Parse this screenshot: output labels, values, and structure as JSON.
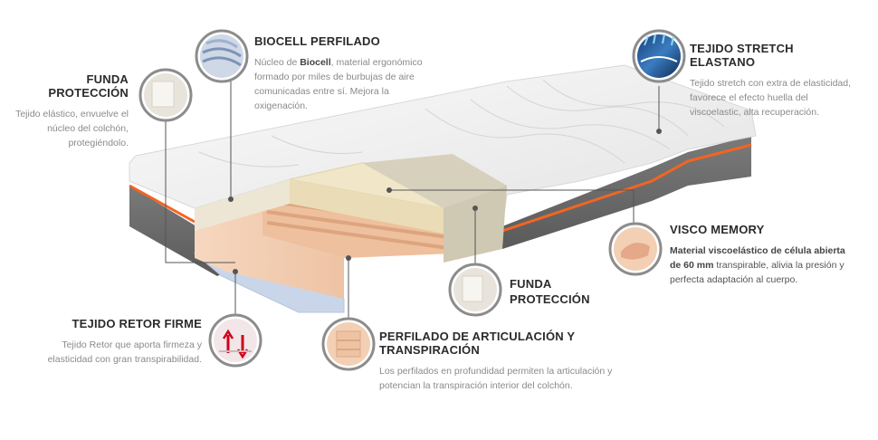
{
  "callouts": {
    "biocell": {
      "title": "BIOCELL PERFILADO",
      "desc_pre": "Núcleo de ",
      "desc_bold": "Biocell",
      "desc_post": ", material ergonómico formado por miles de burbujas de aire comunicadas entre sí. Mejora la oxigenación."
    },
    "funda_top": {
      "title": "FUNDA PROTECCIÓN",
      "desc": "Tejido elástico, envuelve el núcleo del colchón, protegiéndolo."
    },
    "stretch": {
      "title": "TEJIDO STRETCH ELASTANO",
      "desc": "Tejido stretch con extra de elasticidad, favorece el efecto huella del viscoelastic, alta recuperación."
    },
    "visco": {
      "title": "VISCO MEMORY",
      "desc_bold": "Material viscoelástico de célula abierta de 60 mm",
      "desc_post": " transpirable, alivia la presión y perfecta adaptación al cuerpo."
    },
    "funda_mid": {
      "title_line1": "FUNDA",
      "title_line2": "PROTECCIÓN"
    },
    "retor": {
      "title": "TEJIDO RETOR FIRME",
      "desc": "Tejido Retor que aporta firmeza y elasticidad con gran transpirabilidad."
    },
    "perfilado": {
      "title": "PERFILADO DE ARTICULACIÓN Y TRANSPIRACIÓN",
      "desc": "Los perfilados en profundidad permiten la articulación y potencian la transpiración interior del colchón."
    }
  },
  "colors": {
    "accent_orange": "#f26522",
    "side_fabric": "#6b6b6b",
    "top_fabric": "#ececec",
    "foam_core": "#f3cfb4",
    "visco_layer": "#f1e6c8",
    "protect_layer": "#dcd6c4"
  },
  "icons": [
    "biocell-texture-icon",
    "funda-top-icon",
    "stretch-fabric-icon",
    "visco-hand-icon",
    "funda-mid-icon",
    "retor-fabric-icon",
    "perfilado-foam-icon"
  ]
}
